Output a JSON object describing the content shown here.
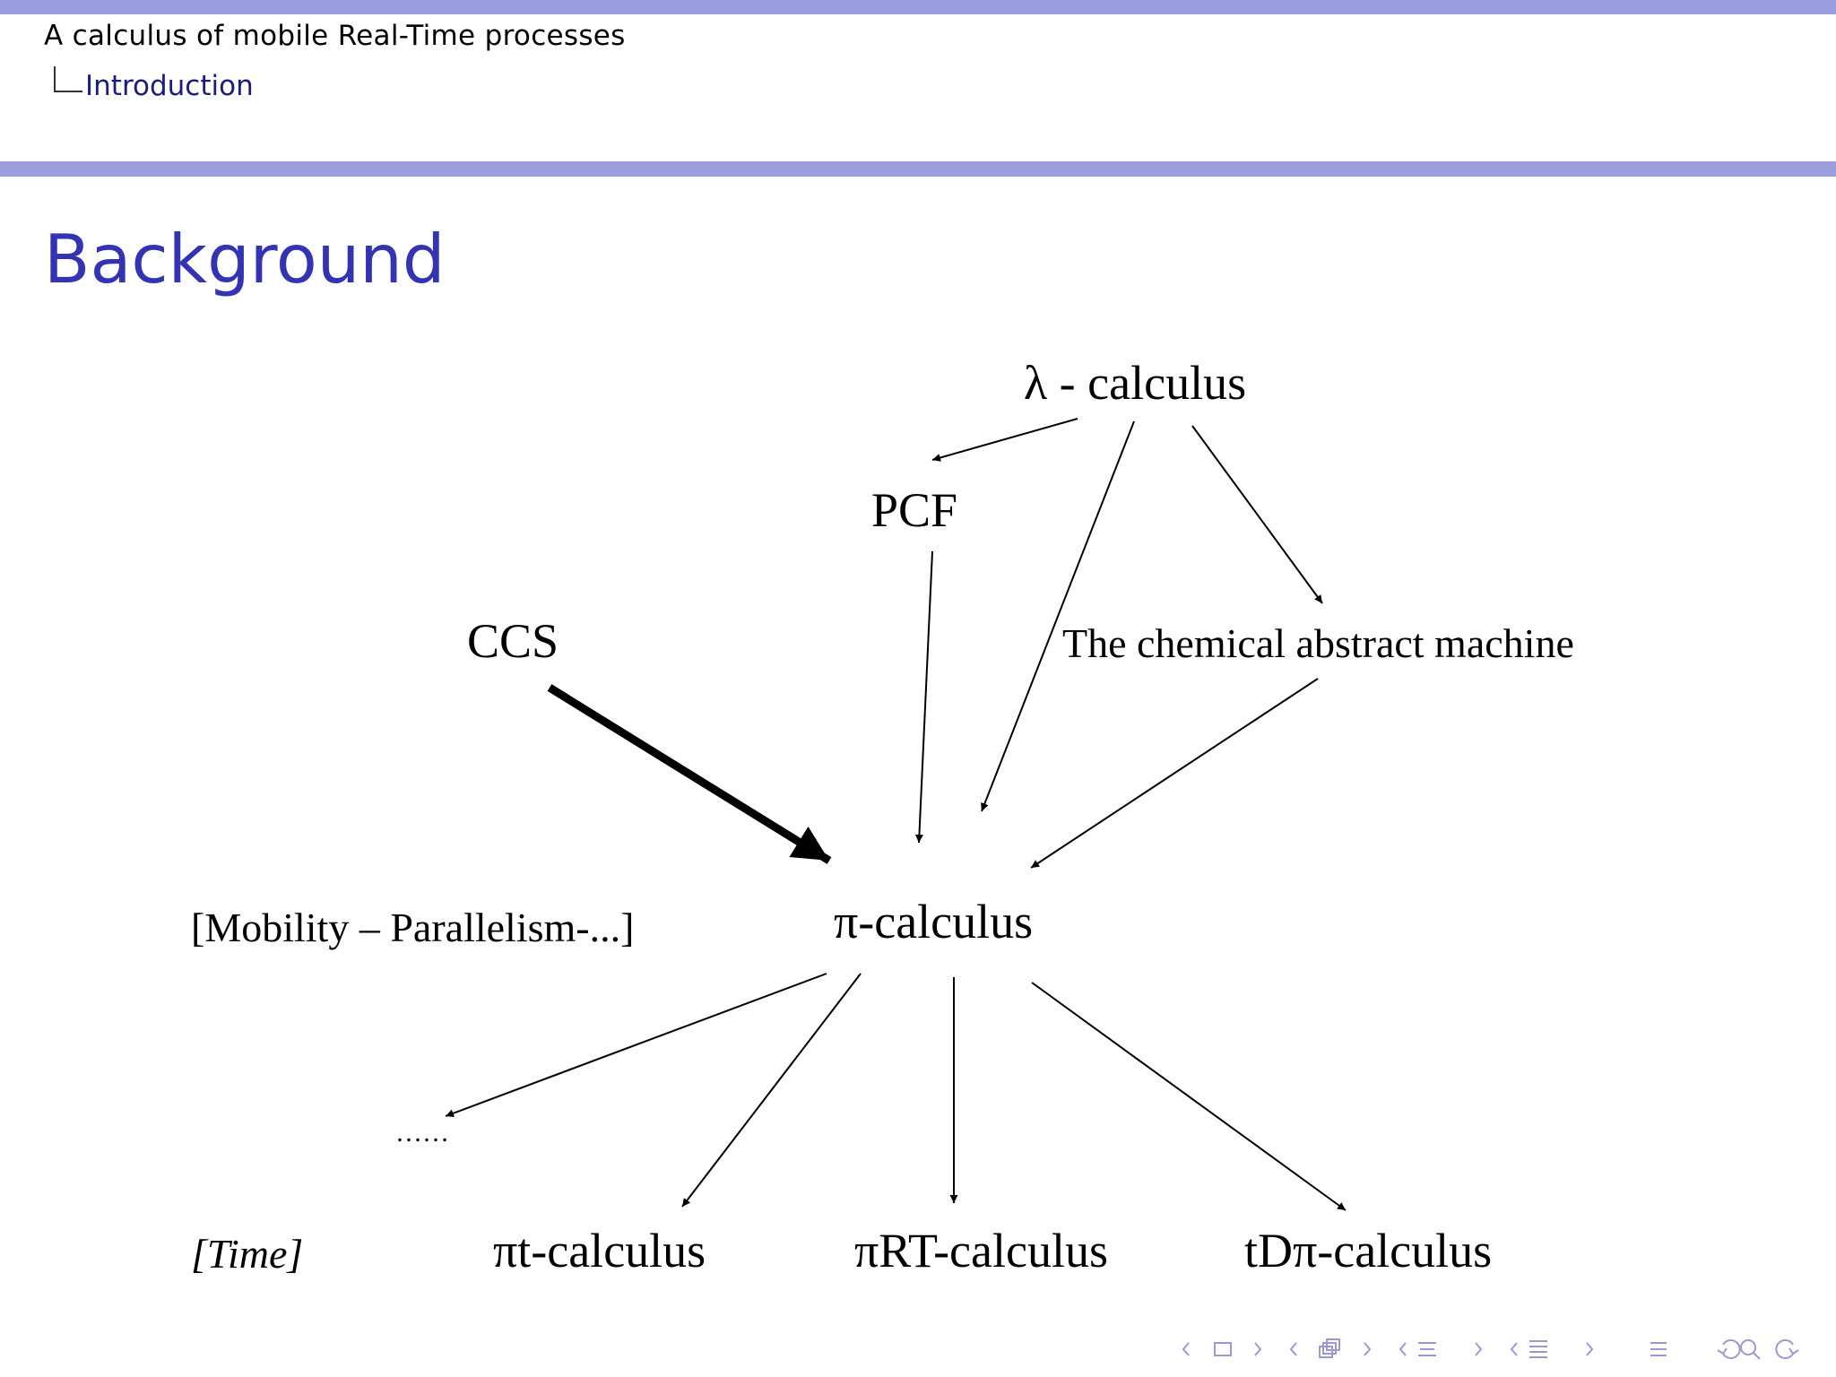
{
  "header": {
    "document_title": "A calculus of mobile Real-Time processes",
    "section": "Introduction"
  },
  "frame": {
    "title": "Background"
  },
  "diagram": {
    "nodes": {
      "lambda": "λ - calculus",
      "pcf": "PCF",
      "ccs": "CCS",
      "cham": "The chemical abstract machine",
      "mobility": "[Mobility – Parallelism-...]",
      "pi": "π-calculus",
      "dots": "……",
      "time": "[Time]",
      "pit": "πt-calculus",
      "pirt": "πRT-calculus",
      "tdpi": "tDπ-calculus"
    },
    "edges": [
      {
        "from": "λ - calculus",
        "to": "PCF"
      },
      {
        "from": "λ - calculus",
        "to": "π-calculus"
      },
      {
        "from": "λ - calculus",
        "to": "The chemical abstract machine"
      },
      {
        "from": "PCF",
        "to": "π-calculus"
      },
      {
        "from": "CCS",
        "to": "π-calculus",
        "style": "bold"
      },
      {
        "from": "The chemical abstract machine",
        "to": "π-calculus"
      },
      {
        "from": "π-calculus",
        "to": "……"
      },
      {
        "from": "π-calculus",
        "to": "πt-calculus"
      },
      {
        "from": "π-calculus",
        "to": "πRT-calculus"
      },
      {
        "from": "π-calculus",
        "to": "tDπ-calculus"
      }
    ]
  },
  "colors": {
    "bar": "#9b9ede",
    "title": "#3333b3",
    "section": "#1c1c80",
    "nav": "#9a9ad0"
  },
  "icons": {
    "navigation": [
      "nav-prev-arrow-icon",
      "nav-frame-icon",
      "nav-next-arrow-icon",
      "nav-subsection-icon",
      "nav-section-icon",
      "nav-document-icon",
      "nav-appendix-icon",
      "nav-back-icon",
      "nav-search-icon",
      "nav-forward-icon"
    ]
  }
}
